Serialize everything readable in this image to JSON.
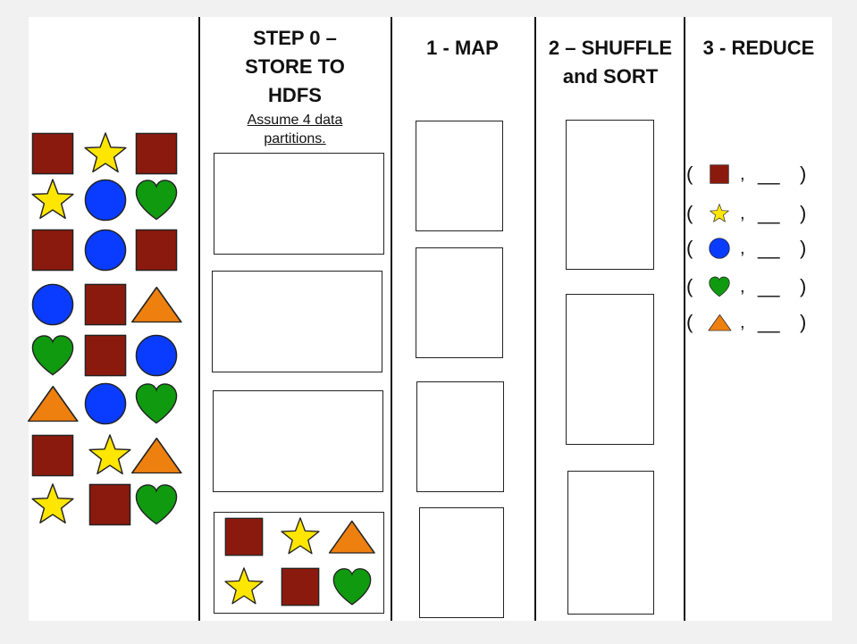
{
  "headers": {
    "step0": [
      "STEP 0 –",
      "STORE  TO",
      "HDFS"
    ],
    "step0_note": [
      "Assume 4 data",
      "partitions."
    ],
    "map": "1 - MAP",
    "shuffle": [
      "2 – SHUFFLE",
      "and SORT"
    ],
    "reduce": "3 - REDUCE"
  },
  "colors": {
    "square": "#8b1a0e",
    "star": "#ffe600",
    "circle": "#0a3cff",
    "heart": "#109a10",
    "triangle": "#ee8010",
    "outline": "#222222"
  },
  "input_shapes": [
    [
      "square-icon",
      "star-icon",
      "square-icon"
    ],
    [
      "star-icon",
      "circle-icon",
      "heart-icon"
    ],
    [
      "square-icon",
      "circle-icon",
      "square-icon"
    ],
    [
      "circle-icon",
      "square-icon",
      "triangle-icon"
    ],
    [
      "heart-icon",
      "square-icon",
      "circle-icon"
    ],
    [
      "triangle-icon",
      "circle-icon",
      "heart-icon"
    ],
    [
      "square-icon",
      "star-icon",
      "triangle-icon"
    ],
    [
      "star-icon",
      "square-icon",
      "heart-icon"
    ]
  ],
  "partition4_shapes": [
    [
      "square-icon",
      "star-icon",
      "triangle-icon"
    ],
    [
      "star-icon",
      "square-icon",
      "heart-icon"
    ]
  ],
  "reduce_rows": [
    {
      "icon": "square-icon",
      "open": "(",
      "comma": ",",
      "blank": "__",
      "close": ")"
    },
    {
      "icon": "star-icon",
      "open": "(",
      "comma": ",",
      "blank": "__",
      "close": ")"
    },
    {
      "icon": "circle-icon",
      "open": "(",
      "comma": ",",
      "blank": "__",
      "close": ")"
    },
    {
      "icon": "heart-icon",
      "open": "(",
      "comma": ",",
      "blank": "__",
      "close": ")"
    },
    {
      "icon": "triangle-icon",
      "open": "(",
      "comma": ",",
      "blank": "__",
      "close": ")"
    }
  ]
}
